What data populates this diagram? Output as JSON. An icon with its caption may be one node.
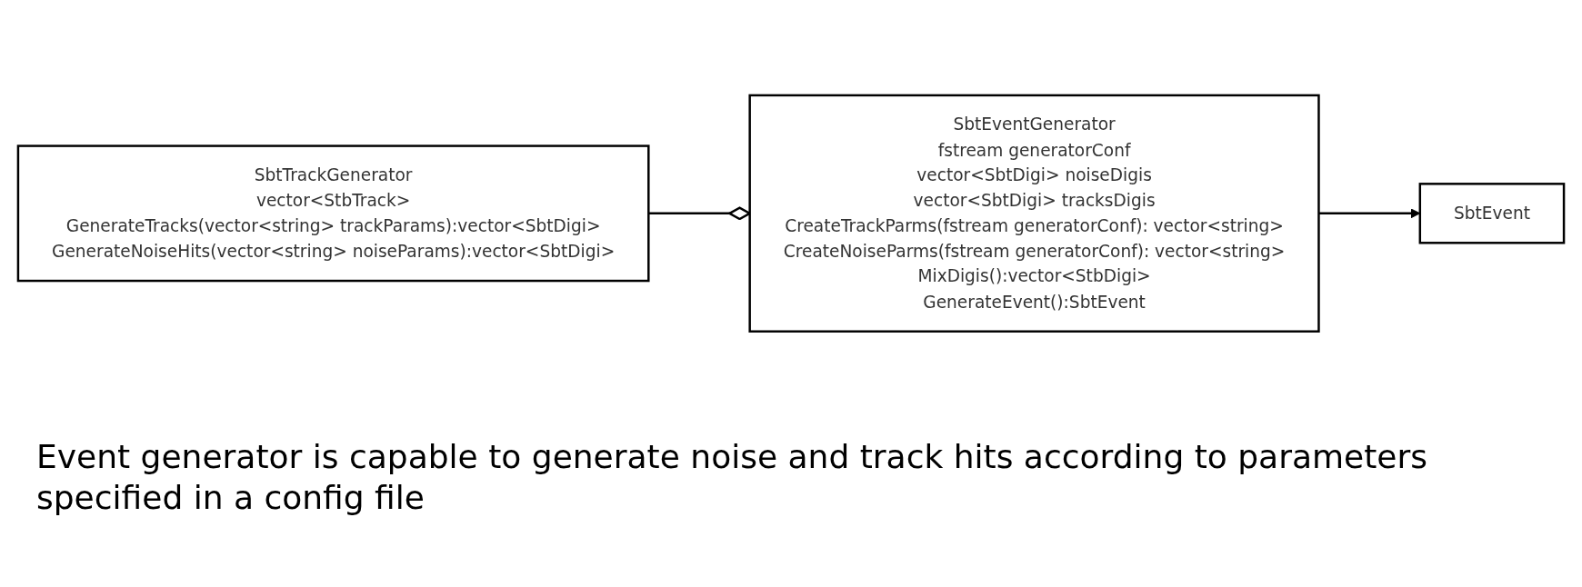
{
  "diagram": {
    "nodes": [
      {
        "text": [
          "SbtEventGenerator",
          "fstream generatorConf",
          "vector<SbtDigi> noiseDigis",
          "vector<SbtDigi> tracksDigis",
          "CreateTrackParms(fstream generatorConf): vector<string>",
          "CreateNoiseParms(fstream generatorConf): vector<string>",
          "MixDigis():vector<StbDigi>",
          "GenerateEvent():SbtEvent"
        ]
      },
      {
        "text": [
          "SbtTrackGenerator",
          "vector<StbTrack>",
          "GenerateTracks(vector<string> trackParams):vector<SbtDigi>",
          "GenerateNoiseHits(vector<string> noiseParams):vector<SbtDigi>"
        ]
      },
      {
        "text": [
          "SbtEvent"
        ]
      }
    ],
    "edges": [
      {
        "from": 1,
        "to": 0,
        "arrow": "other"
      },
      {
        "from": 0,
        "to": 2,
        "arrow": "to"
      }
    ],
    "labels": [
      "Event generator is capable to generate noise and track hits according to parameters specified in a config file"
    ]
  }
}
